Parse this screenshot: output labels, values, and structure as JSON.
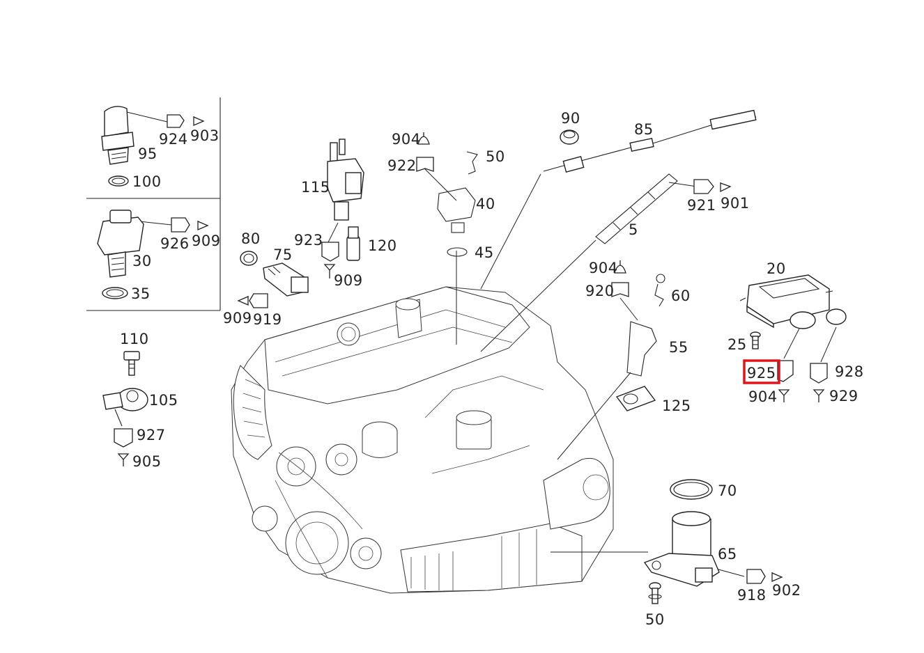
{
  "labels": {
    "l924": "924",
    "l903": "903",
    "l95": "95",
    "l100": "100",
    "l926": "926",
    "l909a": "909",
    "l30": "30",
    "l35": "35",
    "l110": "110",
    "l105": "105",
    "l927": "927",
    "l905": "905",
    "l115": "115",
    "l80": "80",
    "l75": "75",
    "l923": "923",
    "l120": "120",
    "l909b": "909",
    "l909c": "909",
    "l919": "919",
    "l904a": "904",
    "l922": "922",
    "l50a": "50",
    "l40": "40",
    "l45": "45",
    "l90": "90",
    "l85": "85",
    "l921": "921",
    "l901": "901",
    "l5": "5",
    "l904b": "904",
    "l920": "920",
    "l60": "60",
    "l55": "55",
    "l125": "125",
    "l20": "20",
    "l25": "25",
    "l925": "925",
    "l928": "928",
    "l904c": "904",
    "l929": "929",
    "l70": "70",
    "l65": "65",
    "l918": "918",
    "l902": "902",
    "l50b": "50"
  },
  "highlight": {
    "part": "925",
    "color": "#e0141a"
  }
}
